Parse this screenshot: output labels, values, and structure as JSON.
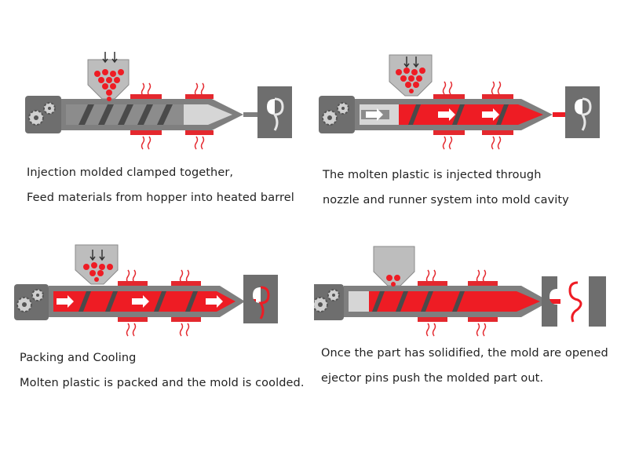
{
  "colors": {
    "barrel": "#7f7f7f",
    "barrel_dark": "#5a5a5a",
    "barrel_light": "#c8c8c8",
    "molten": "#ee1c24",
    "heater": "#e4282e",
    "text": "#222222"
  },
  "icons": [
    "gear-icon",
    "down-arrow-icon",
    "right-arrow-icon",
    "heat-wave-icon"
  ],
  "steps": [
    {
      "lines": [
        "Injection molded clamped together,",
        "Feed materials from hopper into heated barrel"
      ]
    },
    {
      "lines": [
        "The molten plastic is injected through",
        "nozzle and runner system into mold cavity"
      ]
    },
    {
      "lines": [
        "Packing and Cooling",
        "Molten plastic is packed and the mold is coolded."
      ]
    },
    {
      "lines": [
        "Once the part has solidified, the mold are opened",
        "ejector pins push the molded part out."
      ]
    }
  ]
}
